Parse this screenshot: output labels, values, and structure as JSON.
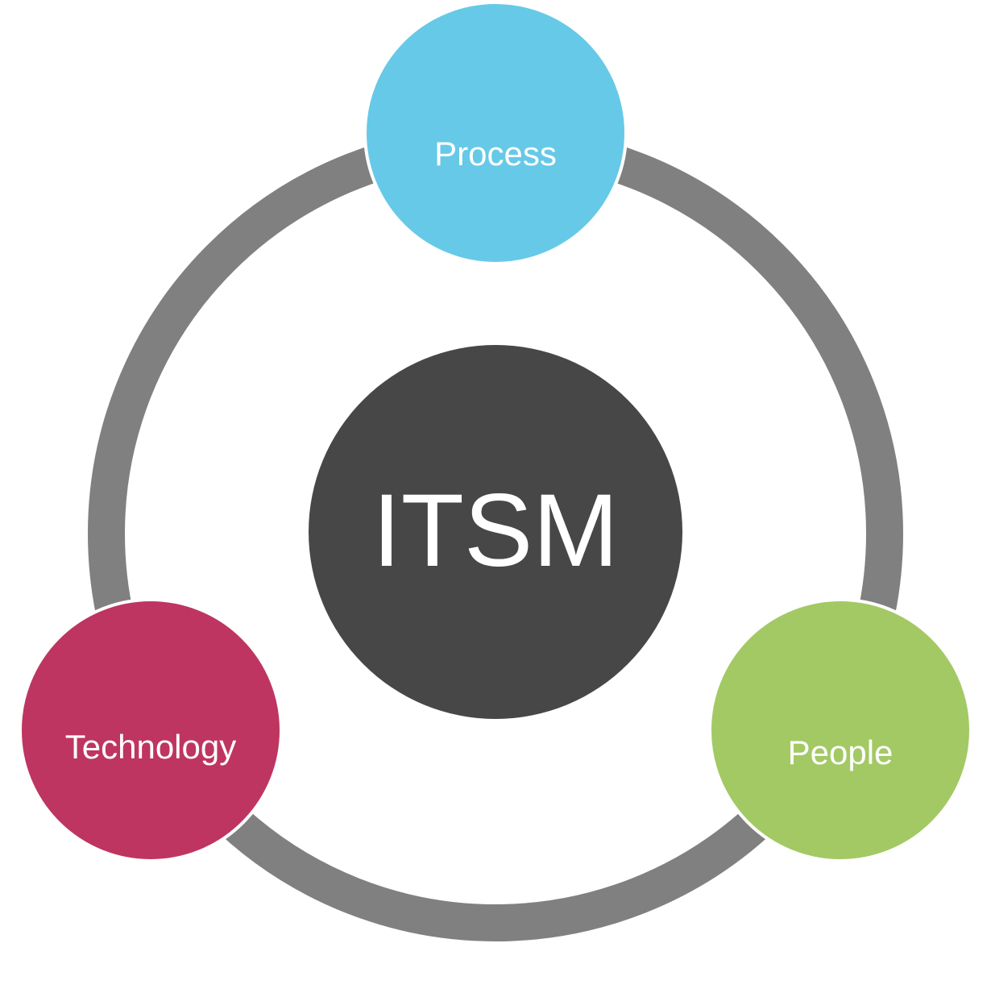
{
  "center": {
    "label": "ITSM",
    "color": "#474747"
  },
  "ring": {
    "color": "#808080"
  },
  "nodes": [
    {
      "label": "Process",
      "color": "#66c9e7"
    },
    {
      "label": "People",
      "color": "#a3c964"
    },
    {
      "label": "Technology",
      "color": "#be3561"
    }
  ],
  "background": "#ffffff"
}
